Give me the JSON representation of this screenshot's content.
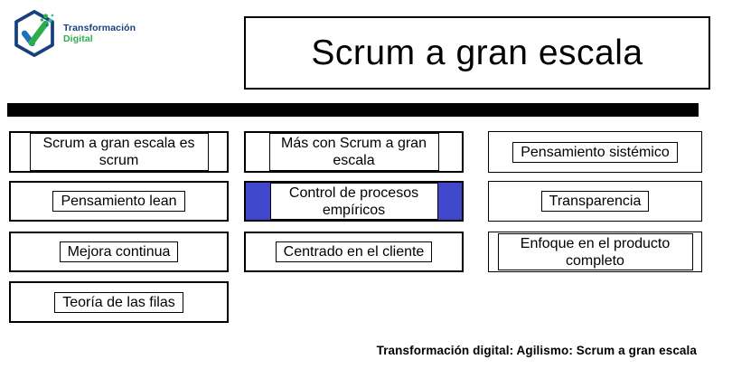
{
  "logo": {
    "line1": "Transformación",
    "line2": "Digital"
  },
  "header": {
    "title": "Scrum a gran escala"
  },
  "cards": [
    {
      "label": "Scrum a gran escala es scrum"
    },
    {
      "label": "Más con Scrum a gran escala"
    },
    {
      "label": "Pensamiento sistémico"
    },
    {
      "label": "Pensamiento lean"
    },
    {
      "label": "Control de procesos empíricos",
      "highlighted": true
    },
    {
      "label": "Transparencia"
    },
    {
      "label": "Mejora continua"
    },
    {
      "label": "Centrado en el cliente"
    },
    {
      "label": "Enfoque en el producto completo"
    },
    {
      "label": "Teoría de las filas"
    }
  ],
  "footer": {
    "text": "Transformación digital: Agilismo: Scrum a gran escala"
  },
  "colors": {
    "highlight_blue": "#3F48CC",
    "logo_navy": "#16417C",
    "logo_blue": "#1D6FBF",
    "logo_green": "#2EAD4E",
    "divider_black": "#000000"
  }
}
